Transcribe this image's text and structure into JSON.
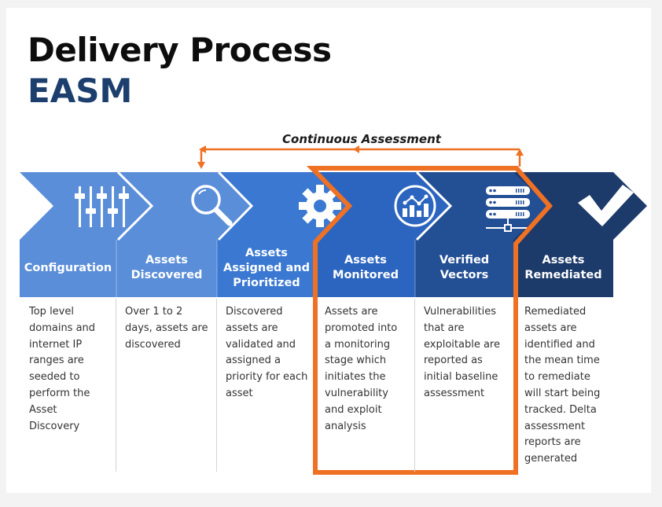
{
  "slide": {
    "title": "Delivery Process",
    "subtitle": "EASM",
    "loop_label": "Continuous Assessment"
  },
  "colors": {
    "title": "#0d0d0d",
    "subtitle": "#1d3f6e",
    "highlight": "#ef7124",
    "stage_1": "#5b8ed9",
    "stage_2": "#5b8ed9",
    "stage_3": "#3a78d2",
    "stage_4": "#2c65bf",
    "stage_5": "#234f95",
    "stage_6": "#1c3a6a",
    "text": "#333333"
  },
  "stages": [
    {
      "icon": "sliders-icon",
      "label": "Configuration",
      "description": "Top level\ndomains and\ninternet IP\nranges are\nseeded to\nperform the\nAsset\nDiscovery"
    },
    {
      "icon": "magnifier-icon",
      "label": "Assets\nDiscovered",
      "description": "Over 1 to 2\ndays, assets are\ndiscovered"
    },
    {
      "icon": "gear-icon",
      "label": "Assets\nAssigned and\nPrioritized",
      "description": "Discovered\nassets are\nvalidated and\nassigned a\npriority for each\nasset"
    },
    {
      "icon": "analytics-chart-icon",
      "label": "Assets\nMonitored",
      "description": "Assets are\npromoted into\na monitoring\nstage which\ninitiates the\nvulnerability\nand exploit\nanalysis"
    },
    {
      "icon": "server-stack-icon",
      "label": "Verified\nVectors",
      "description": "Vulnerabilities\nthat are\nexploitable are\nreported as\ninitial baseline\nassessment"
    },
    {
      "icon": "checkmark-icon",
      "label": "Assets\nRemediated",
      "description": "Remediated\nassets are\nidentified and\nthe mean time\nto remediate\nwill start being\ntracked.  Delta\nassessment\nreports are\ngenerated"
    }
  ],
  "highlighted_stages": [
    "Assets Monitored",
    "Verified Vectors"
  ]
}
